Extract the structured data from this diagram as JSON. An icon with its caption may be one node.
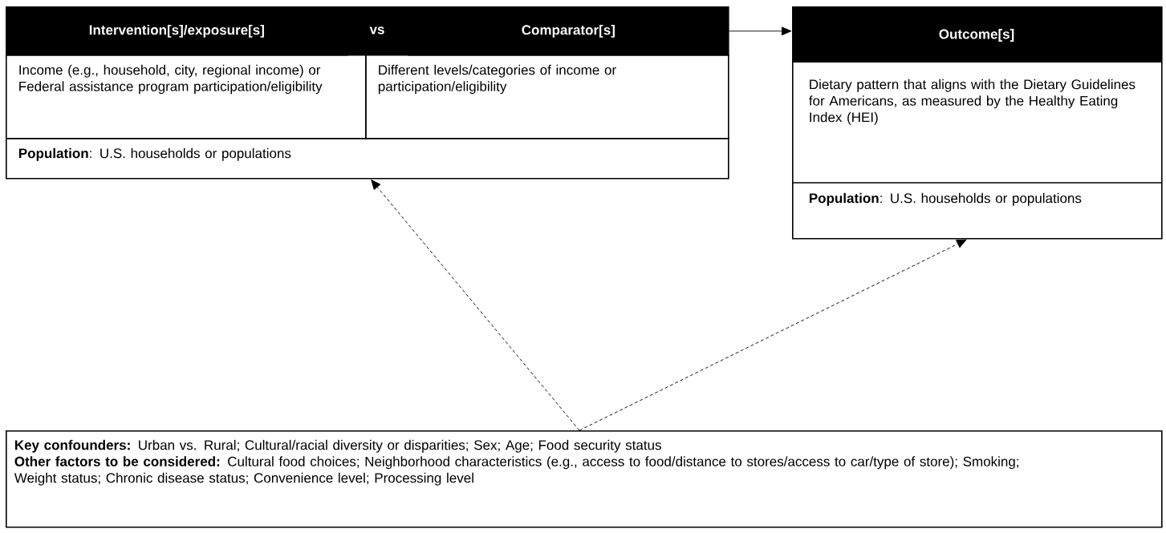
{
  "diagram": {
    "nodes": [
      {
        "text": [
          "Intervention[s]/exposure[s]"
        ]
      },
      {
        "text": [
          "Comparator[s]"
        ]
      },
      {
        "text": [
          "Income (e.g., household, city, regional income) or Federal assistance program participation/eligibility"
        ]
      },
      {
        "text": [
          "Different levels/categories of income or participation/eligibility"
        ]
      },
      {
        "text": [
          "**Population**: U.S. households or populations"
        ]
      },
      {
        "text": [
          "Outcome[s]",
          "Dietary pattern that aligns with the Dietary Guidelines for Americans, as measured by the Healthy Eating Index (HEI)",
          "**Population**: U.S. households or populations"
        ]
      },
      {
        "text": [
          "**Key confounders:** Urban vs. Rural; Cultural/racial diversity or disparities; Sex; Age; Food security status",
          "**Other factors to be considered:** Cultural food choices; Neighborhood characteristics (e.g., access to food/distance to stores/access to car/type of store); Smoking; Weight status; Chronic disease status; Convenience level; Processing level"
        ]
      }
    ],
    "edges": [
      {
        "from": 1,
        "to": 5,
        "arrow": "to"
      },
      {
        "from": 6,
        "to": 4,
        "arrow": "to",
        "style": "dashed"
      },
      {
        "from": 6,
        "to": 5,
        "arrow": "to",
        "style": "dashed"
      }
    ],
    "labels": [
      "vs"
    ]
  }
}
